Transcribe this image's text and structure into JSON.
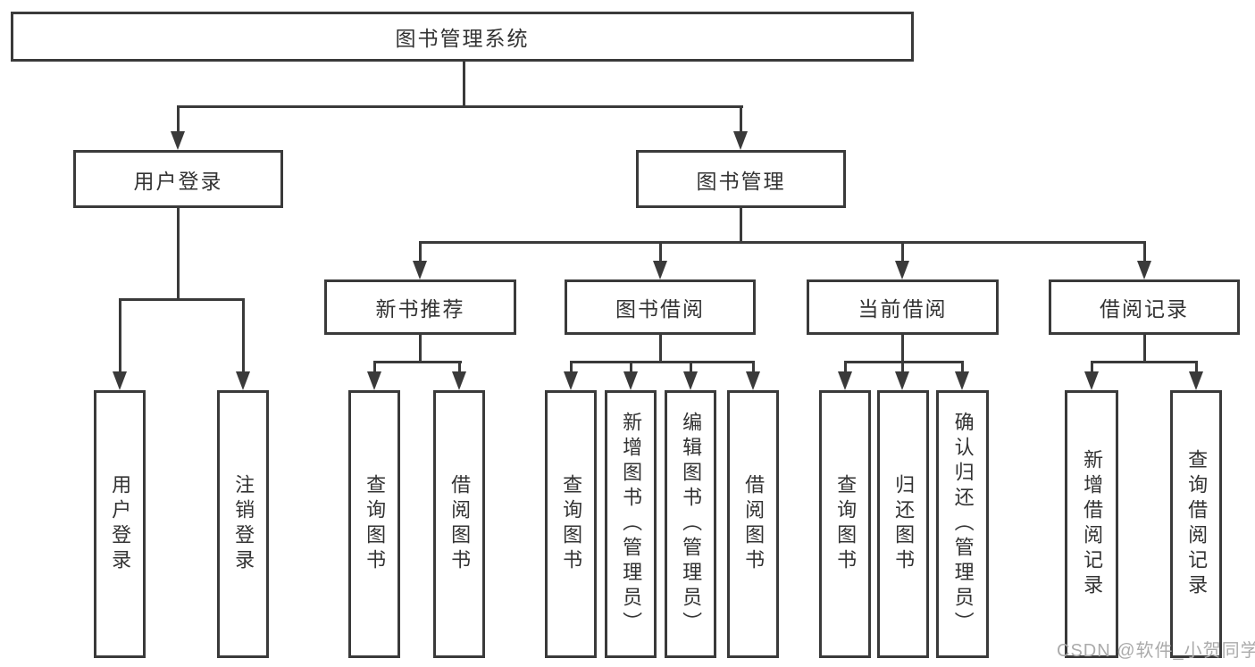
{
  "colors": {
    "line": "#3a3a3a",
    "box_border": "#3a3a3a",
    "text": "#333333",
    "background": "#ffffff",
    "watermark": "#ababab"
  },
  "diagram": {
    "root": {
      "label": "图书管理系统"
    },
    "level2": [
      {
        "label": "用户登录"
      },
      {
        "label": "图书管理"
      }
    ],
    "level3": [
      {
        "label": "新书推荐"
      },
      {
        "label": "图书借阅"
      },
      {
        "label": "当前借阅"
      },
      {
        "label": "借阅记录"
      }
    ],
    "leaves": {
      "user_login": [
        "用户登录",
        "注销登录"
      ],
      "new_book": [
        "查询图书",
        "借阅图书"
      ],
      "book_borrow": [
        "查询图书",
        "新增图书（管理员）",
        "编辑图书（管理员）",
        "借阅图书"
      ],
      "current_borrow": [
        "查询图书",
        "归还图书",
        "确认归还（管理员）"
      ],
      "borrow_record": [
        "新增借阅记录",
        "查询借阅记录"
      ]
    }
  },
  "watermark": {
    "text": "CSDN @软件_小贺同学"
  }
}
